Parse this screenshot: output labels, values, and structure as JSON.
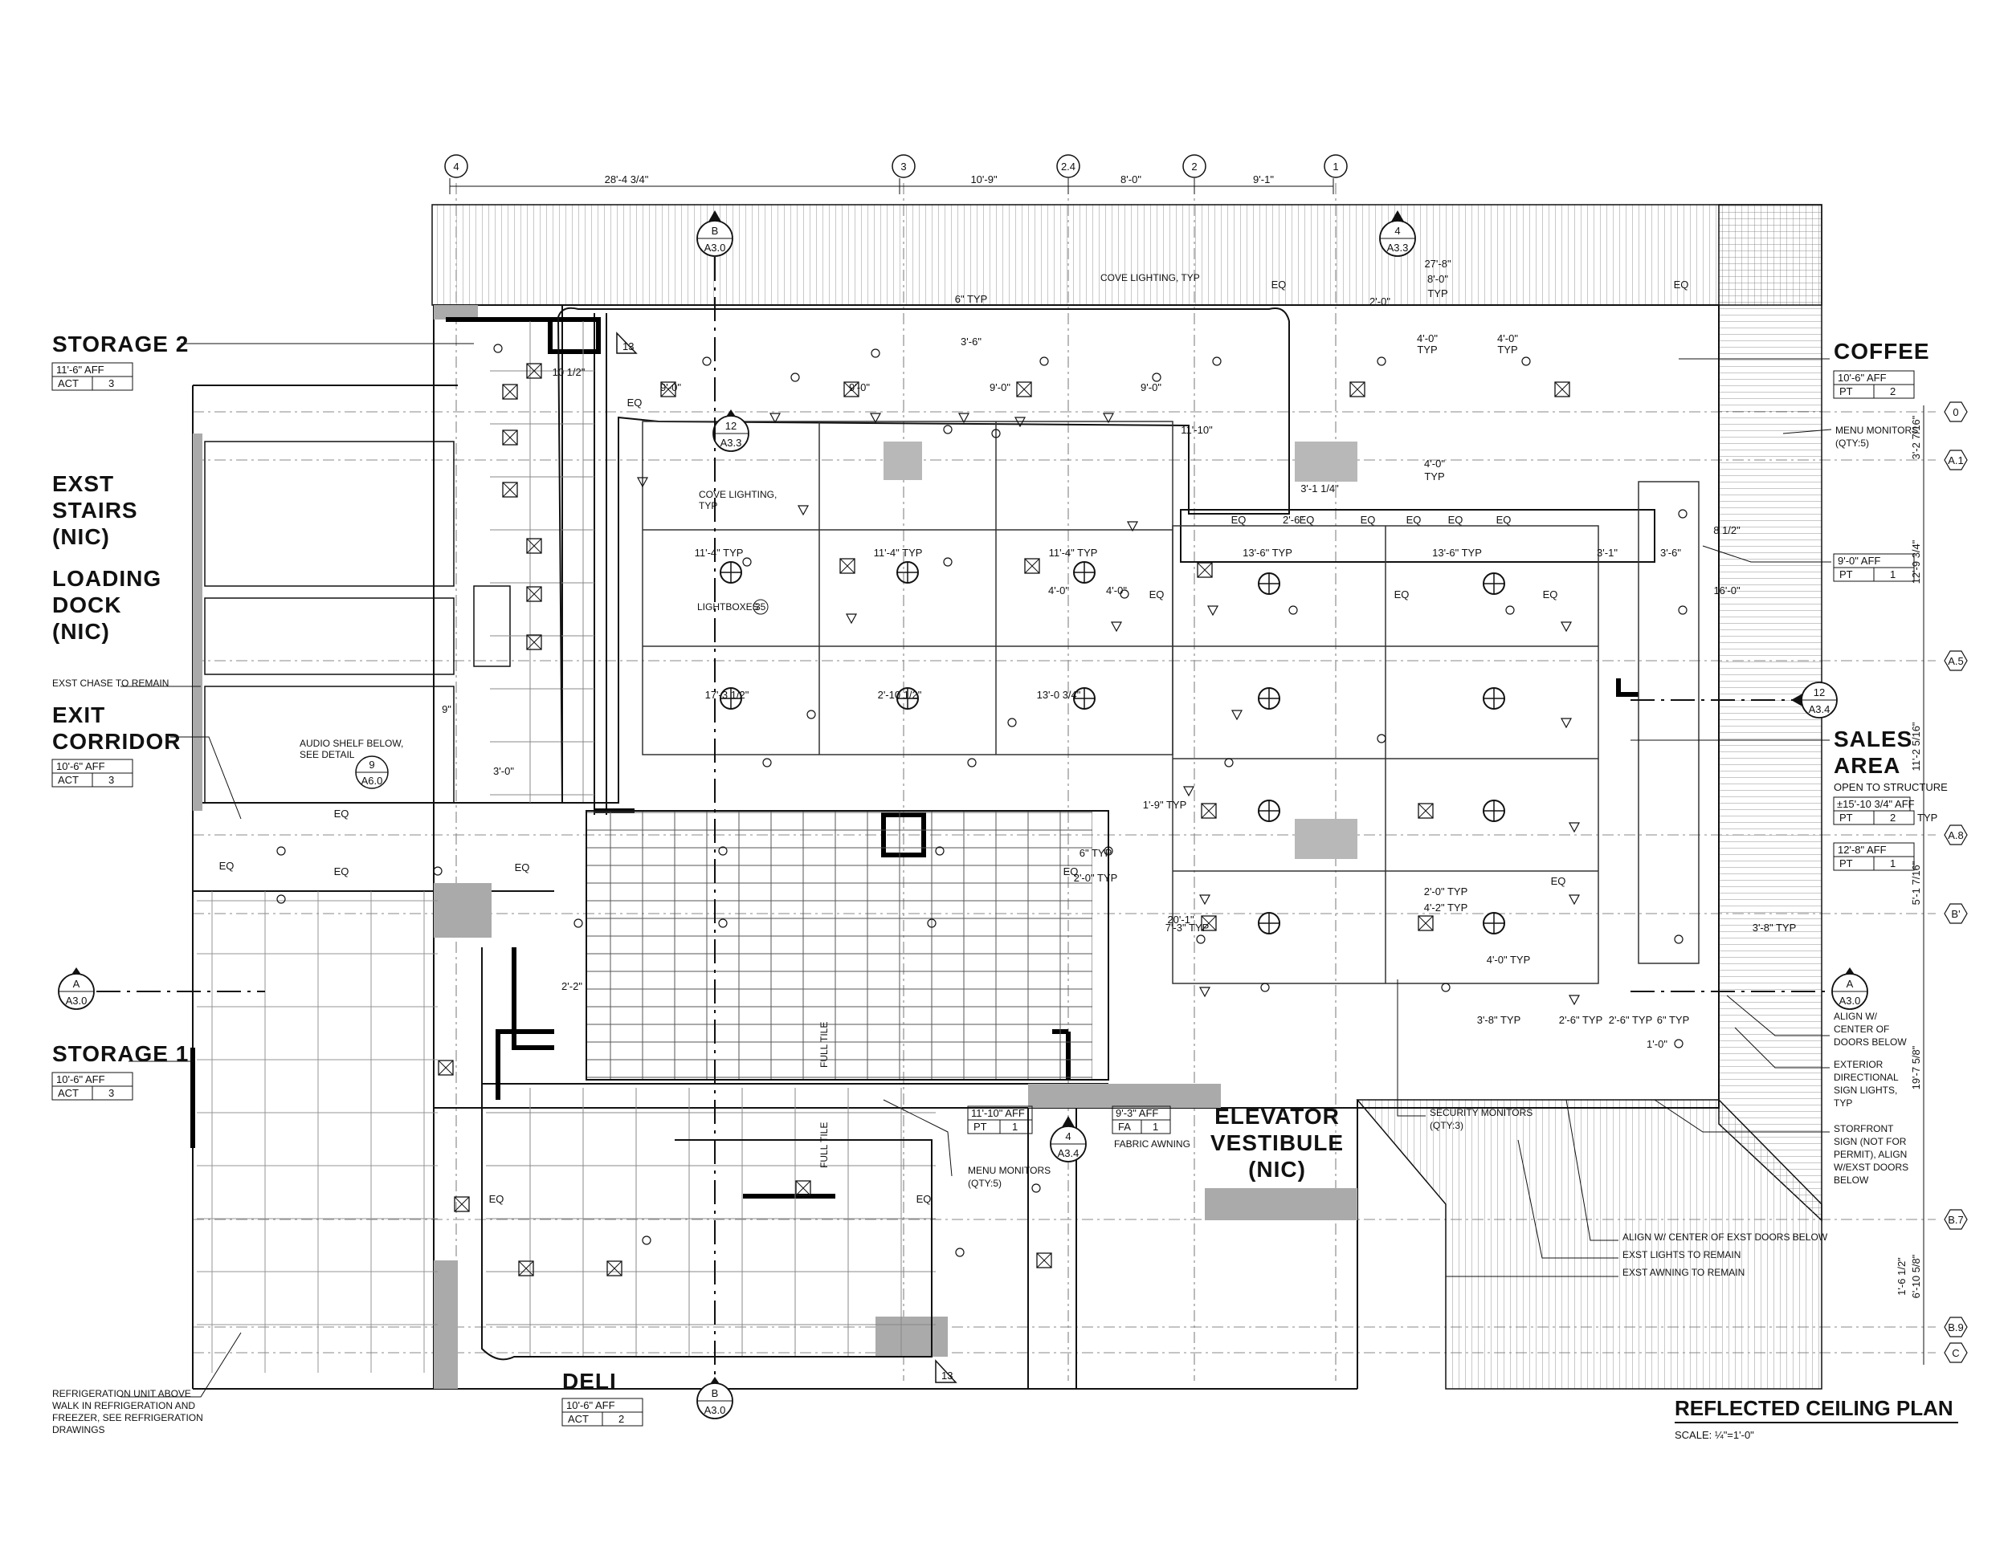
{
  "grid_columns": [
    "4",
    "3",
    "2.4",
    "2",
    "1"
  ],
  "grid_rows": [
    "0",
    "A.1",
    "A.5",
    "A.8",
    "B'",
    "B.7",
    "B.9",
    "C"
  ],
  "top_dimensions": [
    "28'-4 3/4\"",
    "10'-9\"",
    "8'-0\"",
    "9'-1\""
  ],
  "right_dimensions": [
    "3'-2 7/16\"",
    "12'-9 3/4\"",
    "11'-2 5/16\"",
    "5'-1 7/16\"",
    "19'-7 5/8\"",
    "6'-10 5/8\"",
    "1'-6 1/2\""
  ],
  "rooms": {
    "storage2": {
      "name": "STORAGE 2",
      "height": "11'-6\" AFF",
      "type": "ACT",
      "num": "3"
    },
    "exst_stairs": {
      "line1": "EXST",
      "line2": "STAIRS",
      "line3": "(NIC)"
    },
    "loading": {
      "line1": "LOADING",
      "line2": "DOCK",
      "line3": "(NIC)"
    },
    "exit": {
      "line1": "EXIT",
      "line2": "CORRIDOR",
      "height": "10'-6\" AFF",
      "type": "ACT",
      "num": "3"
    },
    "storage1": {
      "name": "STORAGE 1",
      "height": "10'-6\" AFF",
      "type": "ACT",
      "num": "3"
    },
    "deli": {
      "name": "DELI",
      "height": "10'-6\" AFF",
      "type": "ACT",
      "num": "2"
    },
    "coffee": {
      "name": "COFFEE",
      "height": "10'-6\" AFF",
      "type": "PT",
      "num": "2"
    },
    "sales": {
      "line1": "SALES",
      "line2": "AREA",
      "note": "OPEN TO STRUCTURE",
      "height": "±15'-10 3/4\" AFF",
      "type": "PT",
      "num": "2",
      "typ": "TYP"
    },
    "elevator": {
      "line1": "ELEVATOR",
      "line2": "VESTIBULE",
      "line3": "(NIC)"
    }
  },
  "tags": {
    "sales_a": {
      "height": "9'-0\" AFF",
      "type": "PT",
      "num": "1"
    },
    "sales_b": {
      "height": "12'-8\" AFF",
      "type": "PT",
      "num": "1"
    },
    "center_a": {
      "height": "11'-10\" AFF",
      "type": "PT",
      "num": "1"
    },
    "center_b": {
      "height": "9'-3\" AFF",
      "type": "FA",
      "num": "1",
      "note": "FABRIC AWNING"
    }
  },
  "section_markers": [
    {
      "letter": "B",
      "sheet": "A3.0"
    },
    {
      "letter": "4",
      "sheet": "A3.3"
    },
    {
      "letter": "12",
      "sheet": "A3.3"
    },
    {
      "letter": "12",
      "sheet": "A3.4"
    },
    {
      "letter": "A",
      "sheet": "A3.0"
    },
    {
      "letter": "A",
      "sheet": "A3.0"
    },
    {
      "letter": "4",
      "sheet": "A3.4"
    },
    {
      "letter": "B",
      "sheet": "A3.0"
    }
  ],
  "detail_marker": {
    "num": "9",
    "sheet": "A6.0"
  },
  "revision": "13",
  "notes": {
    "cove_top": "COVE LIGHTING, TYP",
    "cove_mid_1": "COVE LIGHTING,",
    "cove_mid_2": "TYP",
    "lightboxes": "LIGHTBOXES",
    "lightboxes_num": "35",
    "exst_chase": "EXST CHASE TO REMAIN",
    "audio_1": "AUDIO SHELF BELOW,",
    "audio_2": "SEE DETAIL",
    "menu_mon_1": "MENU MONITORS",
    "menu_mon_2": "(QTY:5)",
    "menu_mon_b1": "MENU MONITORS",
    "menu_mon_b2": "(QTY:5)",
    "security_1": "SECURITY MONITORS",
    "security_2": "(QTY:3)",
    "align_w_1": "ALIGN W/",
    "align_w_2": "CENTER OF",
    "align_w_3": "DOORS BELOW",
    "ext_dir_1": "EXTERIOR",
    "ext_dir_2": "DIRECTIONAL",
    "ext_dir_3": "SIGN LIGHTS,",
    "ext_dir_4": "TYP",
    "storefront_1": "STORFRONT",
    "storefront_2": "SIGN (NOT FOR",
    "storefront_3": "PERMIT), ALIGN",
    "storefront_4": "W/EXST DOORS",
    "storefront_5": "BELOW",
    "align_exst": "ALIGN W/ CENTER OF EXST DOORS BELOW",
    "exst_lights": "EXST LIGHTS TO REMAIN",
    "exst_awning": "EXST AWNING TO REMAIN",
    "refrig_1": "REFRIGERATION UNIT ABOVE",
    "refrig_2": "WALK IN REFRIGERATION AND",
    "refrig_3": "FREEZER, SEE REFRIGERATION",
    "refrig_4": "DRAWINGS",
    "full_tile": "FULL TILE",
    "full_tile_b": "FULL TILE"
  },
  "interior_dims": [
    "9'-0\"",
    "9'-0\"",
    "9'-0\"",
    "9'-0\"",
    "11'-4\" TYP",
    "11'-4\" TYP",
    "11'-4\" TYP",
    "17'-3 1/2\"",
    "2'-10 1/2\"",
    "13'-0 3/4\"",
    "4'-0\"",
    "4'-0\"",
    "27'-8\"",
    "8'-0\"",
    "TYP",
    "4'-0\"",
    "TYP",
    "4'-0\"",
    "TYP",
    "13'-6\" TYP",
    "13'-6\" TYP",
    "3'-1\"",
    "3'-6\"",
    "3'-1 1/4\"",
    "4'-0\"",
    "TYP",
    "2'-6\"",
    "EQ",
    "20'-1\"",
    "16'-0\"",
    "8 1/2\"",
    "2'-2\"",
    "9\"",
    "3'-0\"",
    "10 1/2\"",
    "6\" TYP",
    "3'-6\"",
    "2'-0\"",
    "11'-10\"",
    "1'-9\" TYP",
    "6\" TYP",
    "2'-0\" TYP",
    "2'-0\" TYP",
    "4'-2\" TYP",
    "3'-8\" TYP",
    "3'-8\" TYP",
    "2'-6\" TYP",
    "2'-6\" TYP",
    "6\" TYP",
    "1'-0\"",
    "7'-3\" TYP",
    "4'-0\" TYP"
  ],
  "eq": "EQ",
  "title": {
    "main": "REFLECTED CEILING PLAN",
    "scale": "SCALE: ¼\"=1'-0\""
  }
}
